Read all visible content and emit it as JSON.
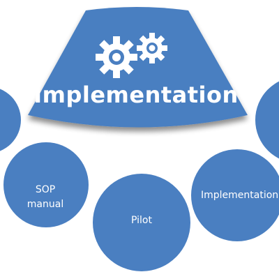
{
  "diagram": {
    "title": "Implementation",
    "accent_color": "#4a7fc1",
    "nodes": [
      {
        "id": "sop",
        "lines": [
          "SOP",
          "manual"
        ]
      },
      {
        "id": "pilot",
        "label": "Pilot"
      },
      {
        "id": "implementation",
        "label": "Implementation"
      }
    ],
    "icon": "gears-icon"
  }
}
